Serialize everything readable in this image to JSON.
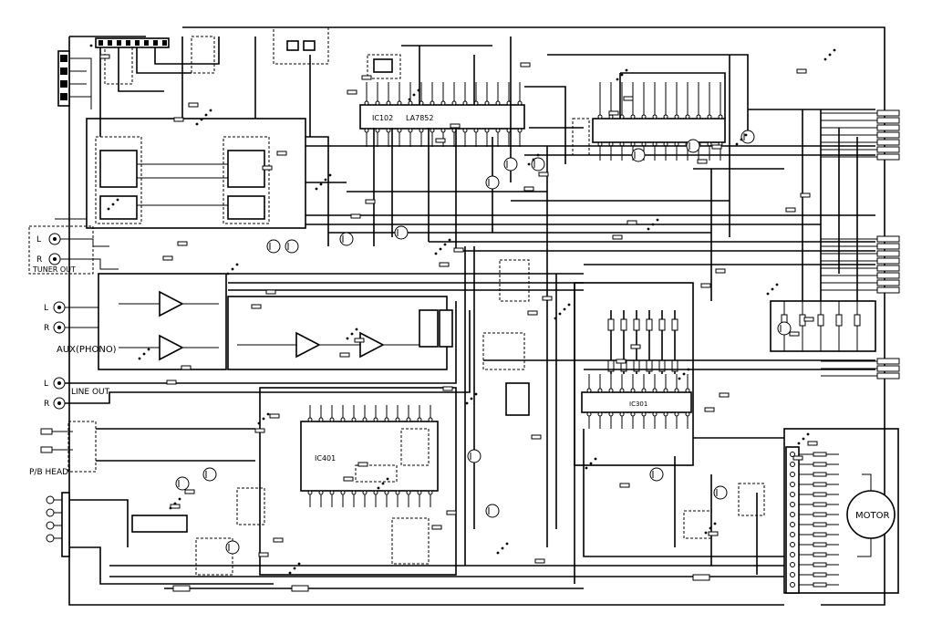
{
  "diagram": {
    "ics": {
      "ic102": "IC102",
      "ic102_part": "LA7852",
      "ic401": "IC401",
      "ic301": "IC301"
    },
    "jacks": {
      "tuner_out": "TUNER OUT",
      "aux_phono": "AUX(PHONO)",
      "line_out": "LINE OUT",
      "pb_head": "P/B HEAD",
      "left": "L",
      "right": "R"
    },
    "motor_label": "MOTOR"
  }
}
